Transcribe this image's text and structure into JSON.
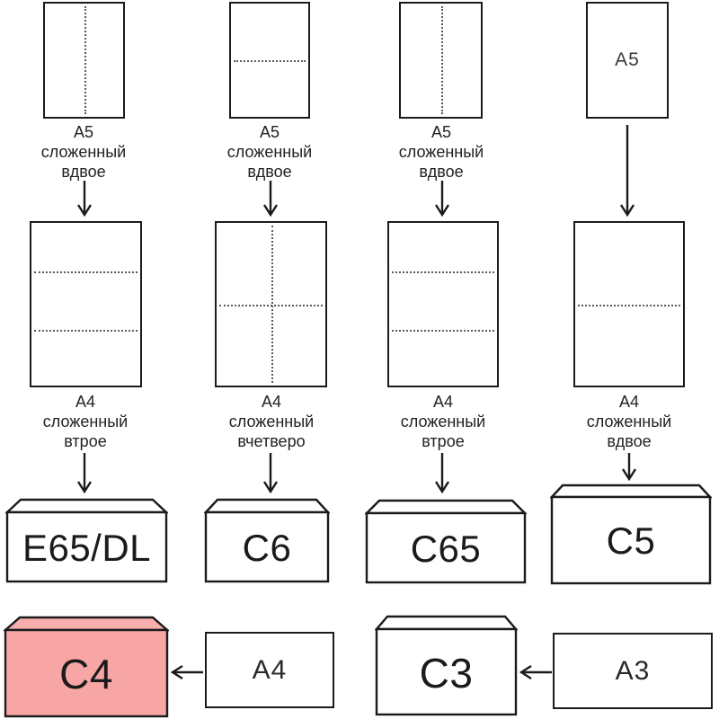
{
  "palette": {
    "background": "#ffffff",
    "ink": "#1b1b1b",
    "fold_line": "#5a5a5a",
    "paper_fill": "#ffffff",
    "c4_body_fill": "#f8a5a5",
    "c4_flap_fill": "#f9aeae"
  },
  "columns": [
    {
      "top_paper": {
        "size": "A5",
        "fold": "vertical-half"
      },
      "top_caption": [
        "A5",
        "сложенный",
        "вдвое"
      ],
      "mid_paper": {
        "size": "A4",
        "fold": "horizontal-thirds"
      },
      "mid_caption": [
        "A4",
        "сложенный",
        "втрое"
      ],
      "envelope": {
        "label": "E65/DL"
      }
    },
    {
      "top_paper": {
        "size": "A5",
        "fold": "horizontal-half"
      },
      "top_caption": [
        "A5",
        "сложенный",
        "вдвое"
      ],
      "mid_paper": {
        "size": "A4",
        "fold": "cross-quarters"
      },
      "mid_caption": [
        "A4",
        "сложенный",
        "вчетверо"
      ],
      "envelope": {
        "label": "C6"
      }
    },
    {
      "top_paper": {
        "size": "A5",
        "fold": "vertical-half"
      },
      "top_caption": [
        "A5",
        "сложенный",
        "вдвое"
      ],
      "mid_paper": {
        "size": "A4",
        "fold": "horizontal-thirds"
      },
      "mid_caption": [
        "A4",
        "сложенный",
        "втрое"
      ],
      "envelope": {
        "label": "C65"
      }
    },
    {
      "top_paper": {
        "size": "A5",
        "fold": "none",
        "inside_label": "A5"
      },
      "top_caption": [],
      "mid_paper": {
        "size": "A4",
        "fold": "horizontal-half"
      },
      "mid_caption": [
        "A4",
        "сложенный",
        "вдвое"
      ],
      "envelope": {
        "label": "C5"
      }
    }
  ],
  "bottom_row": {
    "c4_envelope": {
      "label": "C4",
      "highlighted": true,
      "body_fill": "#f8a5a5",
      "flap_fill": "#f9aeae"
    },
    "a4_sheet": {
      "label": "A4"
    },
    "c3_envelope": {
      "label": "C3"
    },
    "a3_sheet": {
      "label": "A3"
    }
  }
}
